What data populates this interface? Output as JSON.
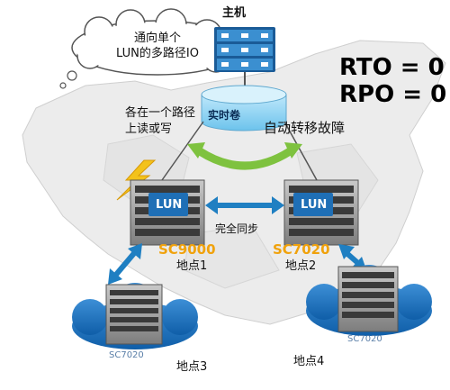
{
  "host": {
    "title": "主机"
  },
  "cloud_note": {
    "line1": "通向单个",
    "line2": "LUN的多路径IO"
  },
  "metrics": {
    "rto": "RTO = 0",
    "rpo": "RPO = 0"
  },
  "volume": {
    "label": "实时卷"
  },
  "rw_note": "各在一个路径上读或写",
  "failover": {
    "label": "自动转移故障"
  },
  "sync": {
    "label": "完全同步"
  },
  "arrays": [
    {
      "lun": "LUN",
      "model": "SC9000",
      "site": "地点1"
    },
    {
      "lun": "LUN",
      "model": "SC7020",
      "site": "地点2"
    }
  ],
  "remote_sites": [
    {
      "site": "地点3",
      "model": "SC7020"
    },
    {
      "site": "地点4",
      "model": "SC7020"
    }
  ],
  "colors": {
    "link_blue": "#1f7fc2",
    "failover_green": "#7ec23f",
    "model_orange": "#f0a20c",
    "host_blue": "#2f86c7",
    "cloud_blue": "#1b6fb8"
  }
}
